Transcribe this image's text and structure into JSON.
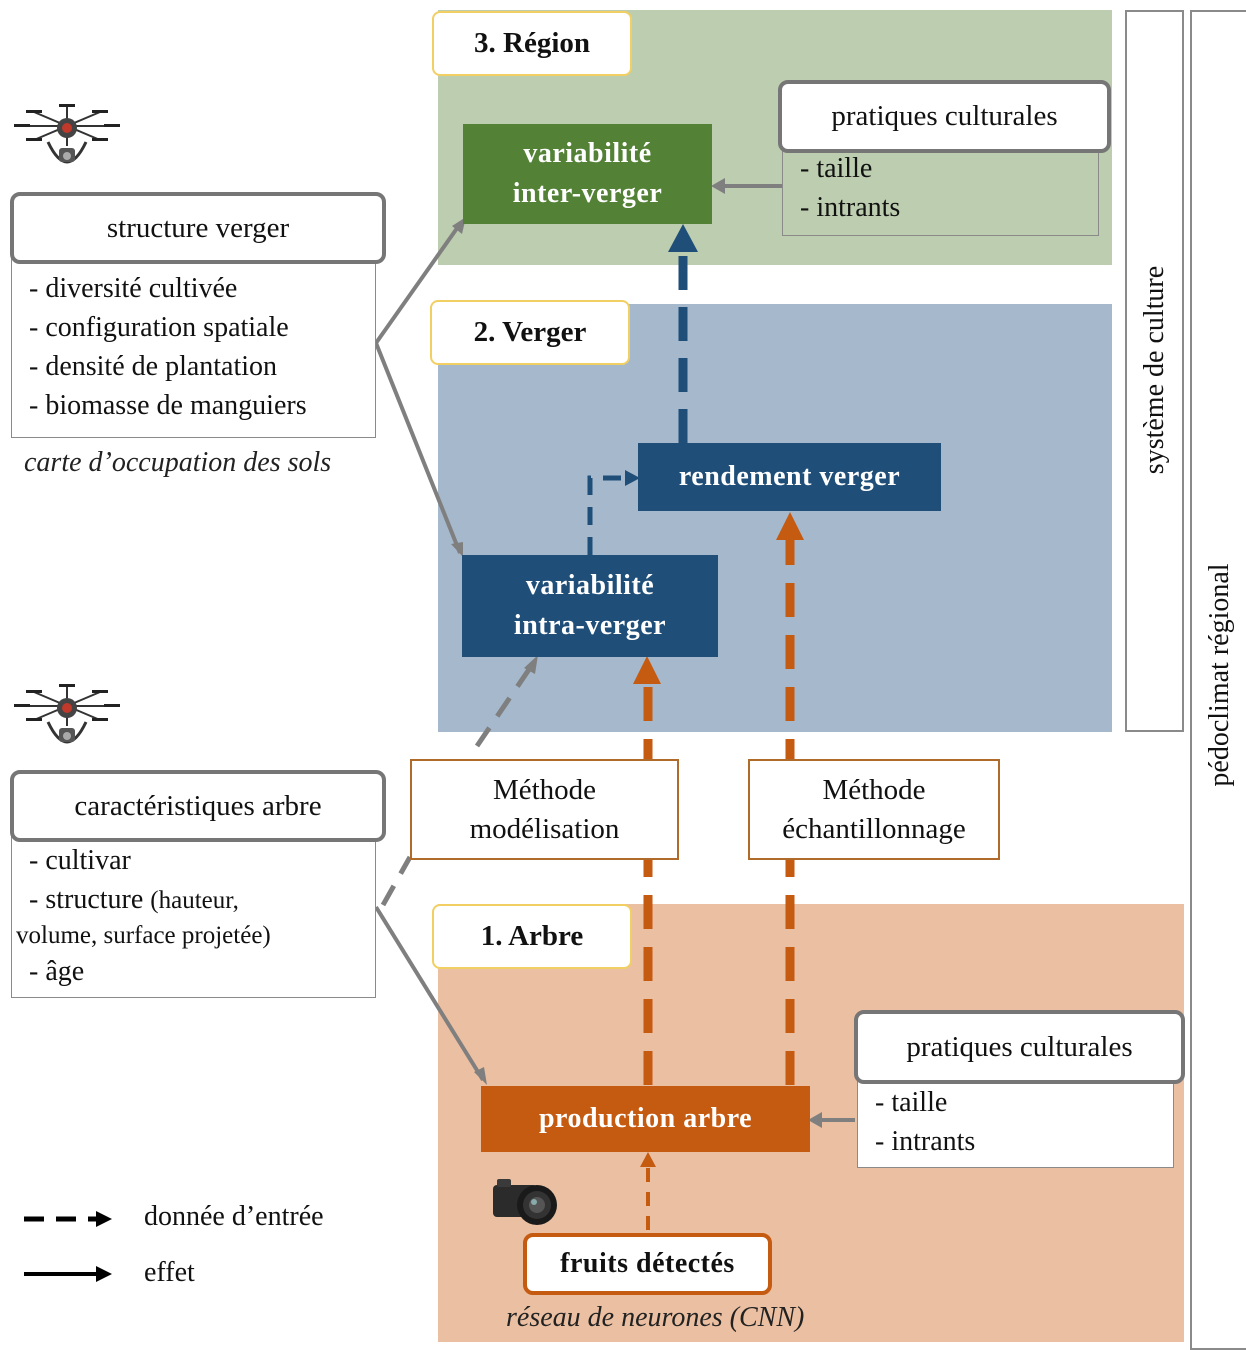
{
  "levels": {
    "region": {
      "label": "3. Région",
      "color": "#bccdb0"
    },
    "verger": {
      "label": "2. Verger",
      "color": "#a6b8cb"
    },
    "arbre": {
      "label": "1. Arbre",
      "color": "#ebbfa1"
    }
  },
  "nodes": {
    "inter_verger": {
      "line1": "variabilité",
      "line2": "inter-verger",
      "color": "#538135"
    },
    "rendement": {
      "label": "rendement verger",
      "color": "#1f4e79"
    },
    "intra_verger": {
      "line1": "variabilité",
      "line2": "intra-verger",
      "color": "#1f4e79"
    },
    "production": {
      "label": "production arbre",
      "color": "#c55a11"
    },
    "fruits": {
      "label": "fruits détectés",
      "border_color": "#c55a11"
    }
  },
  "structure_verger": {
    "title": "structure verger",
    "items": [
      "- diversité cultivée",
      "- configuration spatiale",
      "- densité de plantation",
      "- biomasse de manguiers"
    ],
    "caption": "carte d’occupation des sols"
  },
  "caracteristiques_arbre": {
    "title": "caractéristiques arbre",
    "item1": "- cultivar",
    "item2_main": "- structure",
    "item2_detail": "(hauteur,",
    "item3": "volume, surface projetée)",
    "item4": "- âge"
  },
  "pratiques_region": {
    "title": "pratiques culturales",
    "items": [
      "- taille",
      "- intrants"
    ]
  },
  "pratiques_arbre": {
    "title": "pratiques culturales",
    "items": [
      "- taille",
      "- intrants"
    ]
  },
  "methods": {
    "modelisation": {
      "line1": "Méthode",
      "line2": "modélisation"
    },
    "echantillonnage": {
      "line1": "Méthode",
      "line2": "échantillonnage"
    }
  },
  "cnn_caption": "réseau de neurones (CNN)",
  "side_labels": {
    "systeme": "système de culture",
    "pedoclimat": "pédoclimat régional"
  },
  "legend": {
    "input": "donnée d’entrée",
    "effect": "effet"
  },
  "icons": [
    "drone-icon",
    "camera-icon"
  ],
  "arrow_colors": {
    "effect": "#7f7f7f",
    "input_blue": "#1f4e79",
    "input_orange": "#c55a11"
  }
}
